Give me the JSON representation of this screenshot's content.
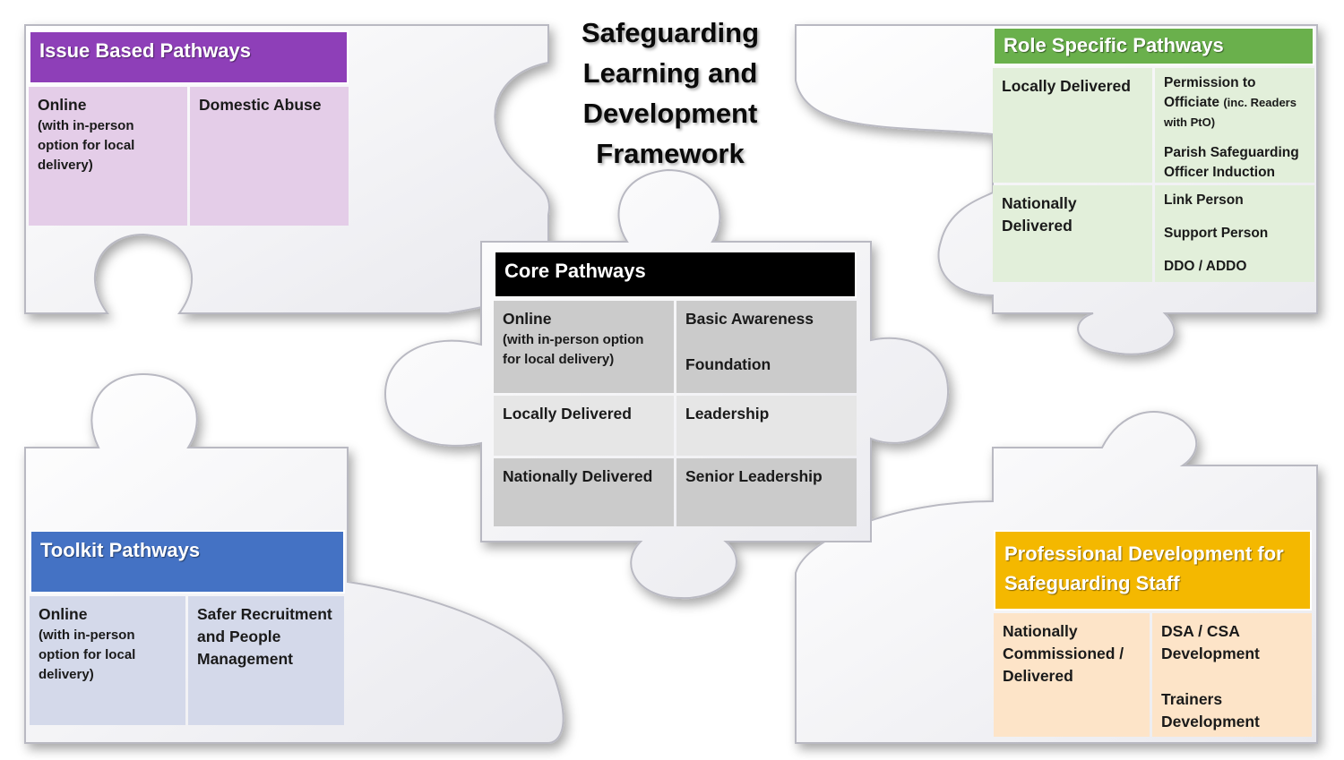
{
  "title": {
    "lines": [
      "Safeguarding",
      "Learning and",
      "Development",
      "Framework"
    ]
  },
  "colors": {
    "issue": "#8e3fb8",
    "issue_cell": "#e4cde8",
    "role": "#6ab04c",
    "role_cell": "#e2efda",
    "core": "#000000",
    "core_cell_dark": "#cbcbcb",
    "core_cell_light": "#e6e6e6",
    "toolkit": "#4472c4",
    "toolkit_cell": "#d4d9ea",
    "prof": "#f4b800",
    "prof_cell": "#fde4c8"
  },
  "issue_based": {
    "header": "Issue Based Pathways",
    "online": "Online",
    "online_note": "(with in-person option for local delivery)",
    "topic": "Domestic Abuse"
  },
  "role_specific": {
    "header": "Role Specific Pathways",
    "locally": "Locally Delivered",
    "pto": "Permission to Officiate",
    "pto_note": "(inc. Readers with PtO)",
    "parish": "Parish Safeguarding Officer Induction",
    "nationally": "Nationally Delivered",
    "link": "Link Person",
    "support": "Support Person",
    "ddo": "DDO / ADDO"
  },
  "core": {
    "header": "Core Pathways",
    "online": "Online",
    "online_note": "(with in-person option for local delivery)",
    "basic": "Basic Awareness",
    "foundation": "Foundation",
    "locally": "Locally Delivered",
    "leadership": "Leadership",
    "nationally": "Nationally Delivered",
    "senior": "Senior Leadership"
  },
  "toolkit": {
    "header": "Toolkit Pathways",
    "online": "Online",
    "online_note": "(with in-person option for local delivery)",
    "safer": "Safer Recruitment and People Management"
  },
  "professional": {
    "header": "Professional Development for Safeguarding Staff",
    "nationally": "Nationally Commissioned / Delivered",
    "dsa": "DSA / CSA Development",
    "trainers": "Trainers Development"
  }
}
